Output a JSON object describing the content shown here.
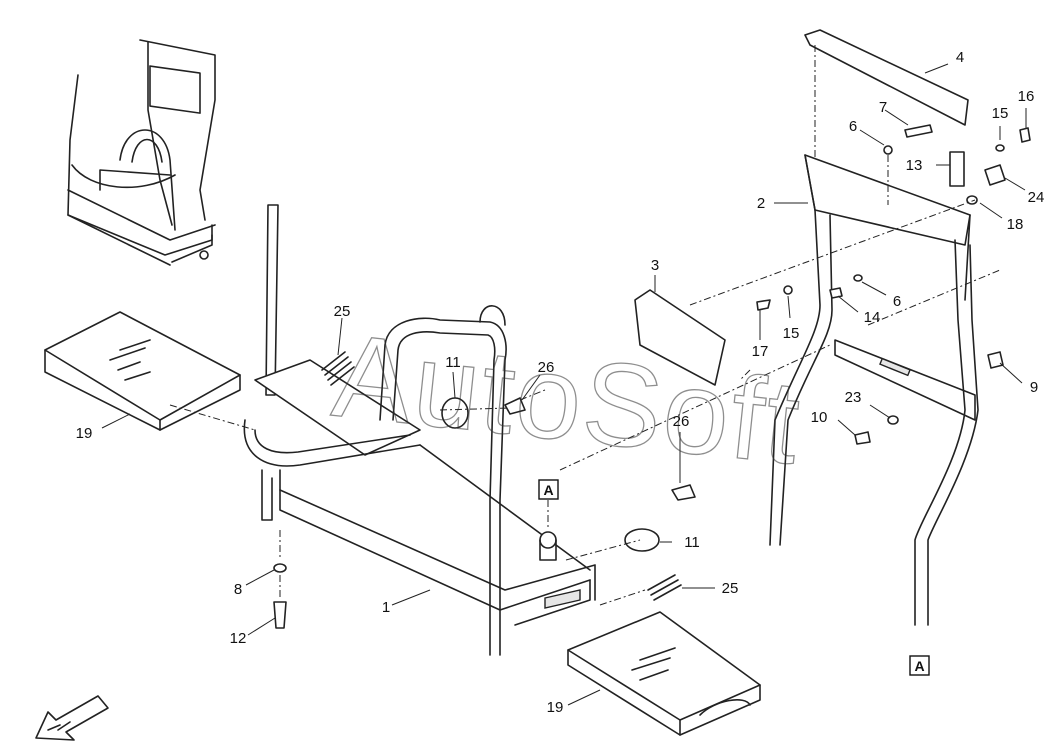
{
  "watermark": "AutoSoft",
  "reference_marks": {
    "top": "A",
    "bottom": "A"
  },
  "callouts": {
    "c1": "1",
    "c2": "2",
    "c3": "3",
    "c4": "4",
    "c6a": "6",
    "c6b": "6",
    "c7": "7",
    "c8": "8",
    "c9": "9",
    "c10": "10",
    "c11a": "11",
    "c11b": "11",
    "c12": "12",
    "c13": "13",
    "c14": "14",
    "c15a": "15",
    "c15b": "15",
    "c16": "16",
    "c17": "17",
    "c18": "18",
    "c19a": "19",
    "c19b": "19",
    "c23": "23",
    "c24": "24",
    "c25a": "25",
    "c25b": "25",
    "c26a": "26",
    "c26b": "26"
  }
}
